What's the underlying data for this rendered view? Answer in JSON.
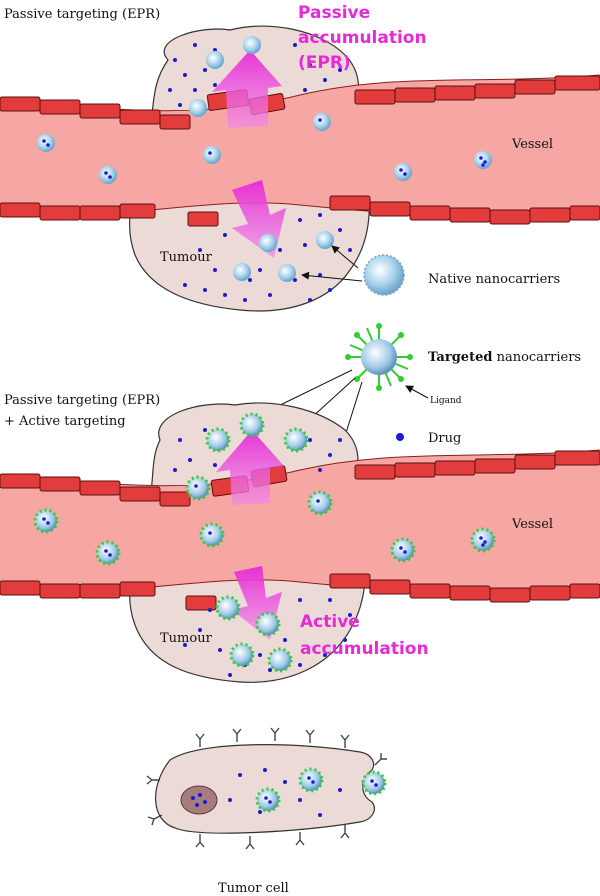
{
  "panel_top": {
    "title": "Passive targeting (EPR)",
    "arrow_label_line1": "Passive",
    "arrow_label_line2": "accumulation",
    "arrow_label_line3": "(EPR)",
    "vessel_label": "Vessel",
    "tumour_label": "Tumour"
  },
  "panel_bottom": {
    "title_line1": "Passive targeting (EPR)",
    "title_line2": "+ Active targeting",
    "vessel_label": "Vessel",
    "tumour_label": "Tumour",
    "arrow_label_line1": "Active",
    "arrow_label_line2": "accumulation"
  },
  "legend": {
    "native": "Native nanocarriers",
    "targeted_bold": "Targeted",
    "targeted_rest": " nanocarriers",
    "ligand": "Ligand",
    "drug": "Drug"
  },
  "cell_label": "Tumor cell",
  "colors": {
    "vessel_fill": "#f7a7a3",
    "endothelial": "#e23c3c",
    "tumour_fill": "#ecdad6",
    "drug": "#1c1ccf",
    "native_carrier": "#9fcbe8",
    "ligand": "#33cc33",
    "accent": "#e62ad6"
  }
}
